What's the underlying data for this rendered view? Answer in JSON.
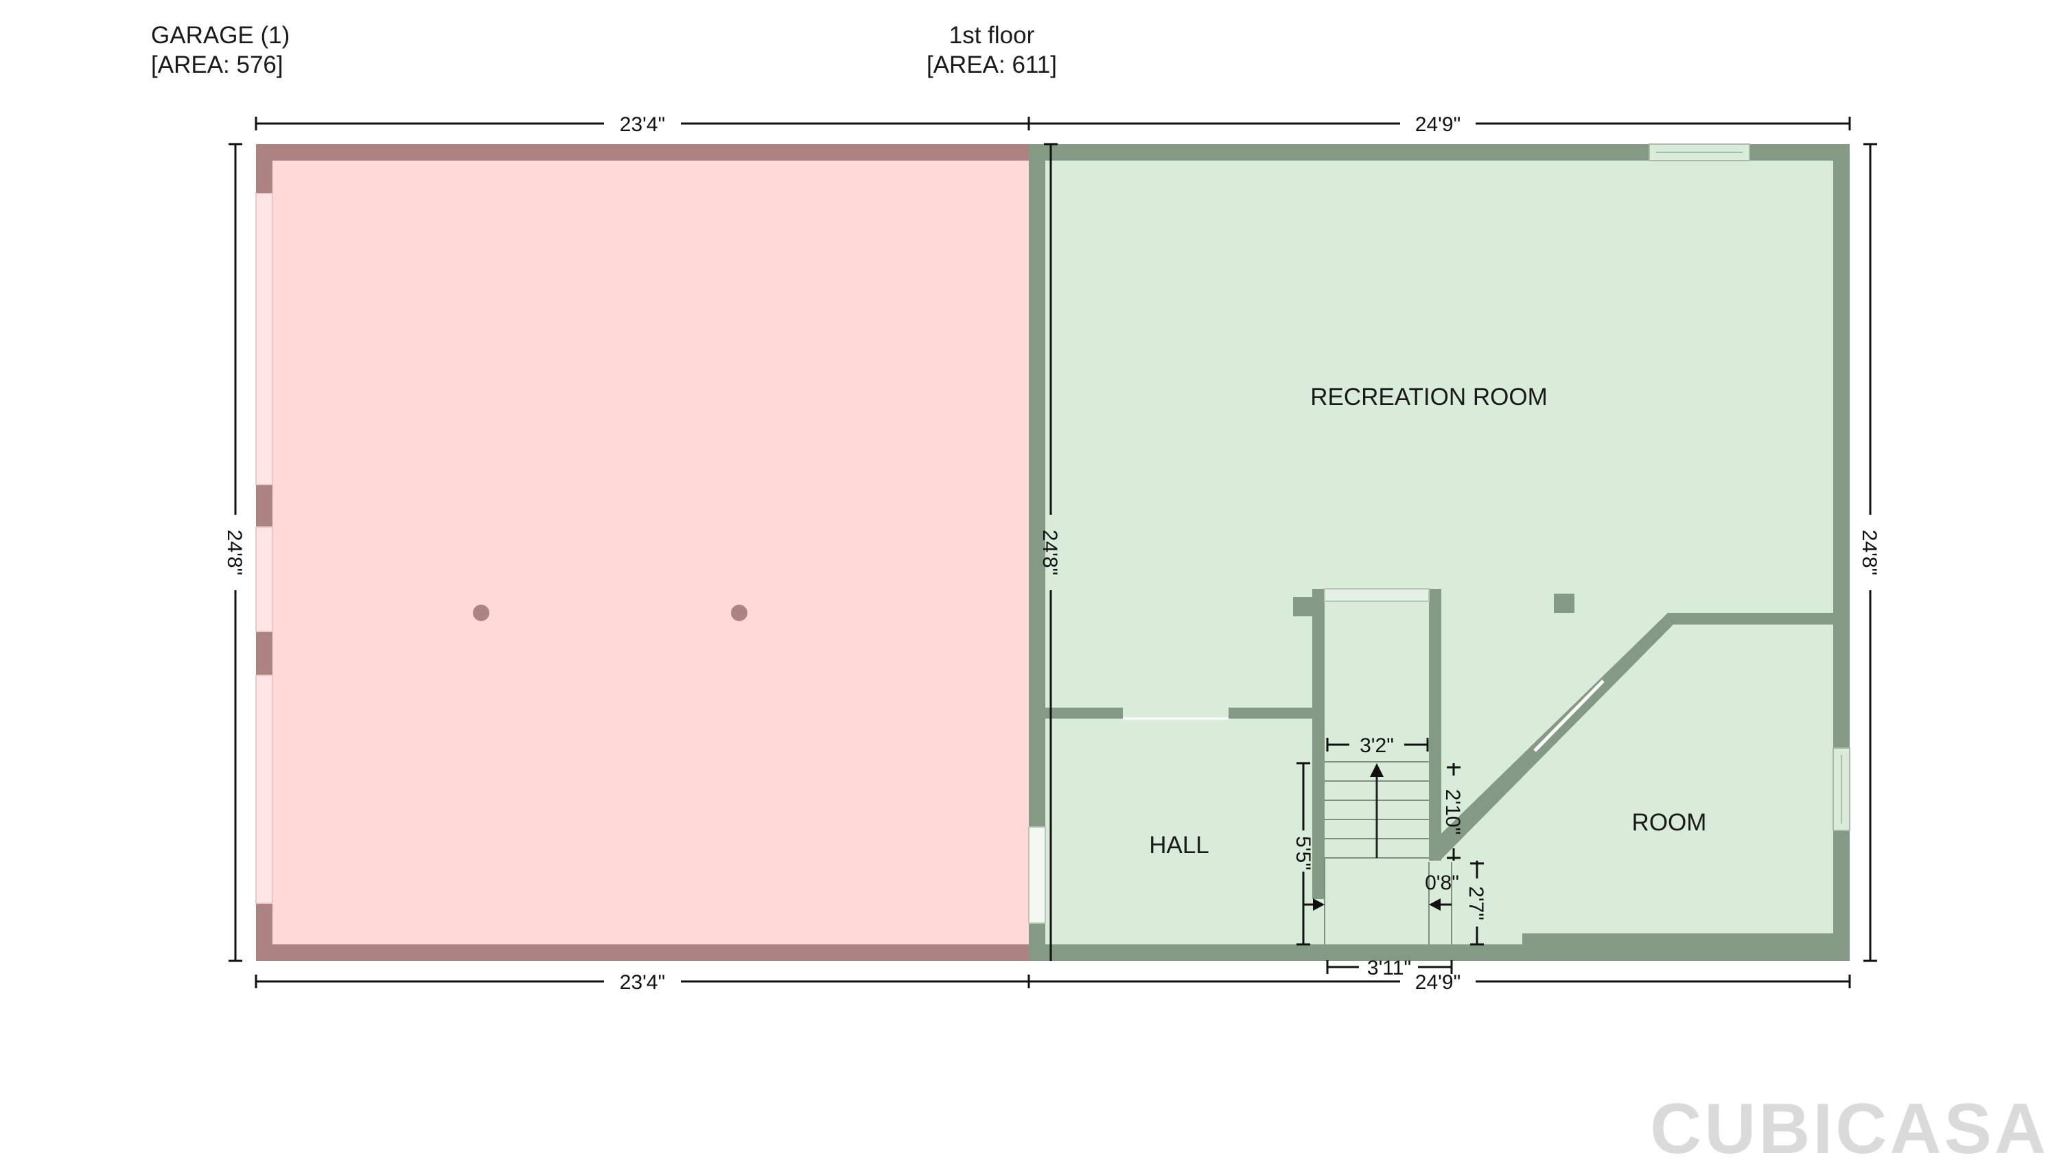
{
  "headers": {
    "garage_title": "GARAGE (1)",
    "garage_area": "[AREA: 576]",
    "floor_title": "1st floor",
    "floor_area": "[AREA: 611]"
  },
  "rooms": {
    "recreation": "RECREATION ROOM",
    "hall": "HALL",
    "room": "ROOM"
  },
  "dimensions": {
    "garage_top": "23'4\"",
    "garage_bottom": "23'4\"",
    "garage_left": "24'8\"",
    "floor_top": "24'9\"",
    "floor_bottom": "24'9\"",
    "floor_right": "24'8\"",
    "shared_wall": "24'8\"",
    "stair_width": "3'2\"",
    "stair_run": "5'5\"",
    "stair_side": "2'10\"",
    "step_gap": "0'8\"",
    "step_side": "2'7\"",
    "stair_bottom": "3'11\""
  },
  "brand": {
    "logo_text": "CUBICASA"
  },
  "colors": {
    "garage_fill": "#ffd8d8",
    "garage_wall": "#ad8282",
    "floor_fill": "#d9ecda",
    "floor_wall": "#859a85"
  }
}
